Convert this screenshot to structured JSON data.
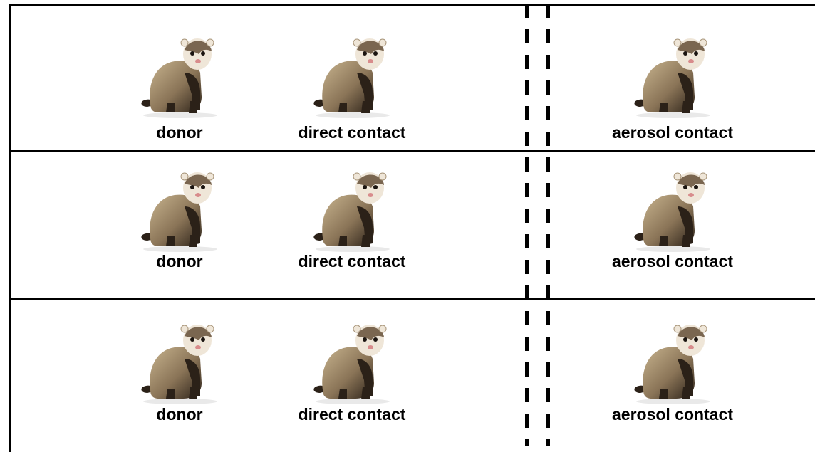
{
  "rows": [
    {
      "cells": [
        {
          "role": "donor",
          "label": "donor"
        },
        {
          "role": "direct",
          "label": "direct contact"
        },
        {
          "role": "aerosol",
          "label": "aerosol contact"
        }
      ]
    },
    {
      "cells": [
        {
          "role": "donor",
          "label": "donor"
        },
        {
          "role": "direct",
          "label": "direct contact"
        },
        {
          "role": "aerosol",
          "label": "aerosol contact"
        }
      ]
    },
    {
      "cells": [
        {
          "role": "donor",
          "label": "donor"
        },
        {
          "role": "direct",
          "label": "direct contact"
        },
        {
          "role": "aerosol",
          "label": "aerosol contact"
        }
      ]
    }
  ],
  "icon": "ferret-icon",
  "colors": {
    "line": "#000000",
    "fur_light": "#c8b48f",
    "fur_dark": "#2b2118",
    "face": "#efe6d8"
  }
}
